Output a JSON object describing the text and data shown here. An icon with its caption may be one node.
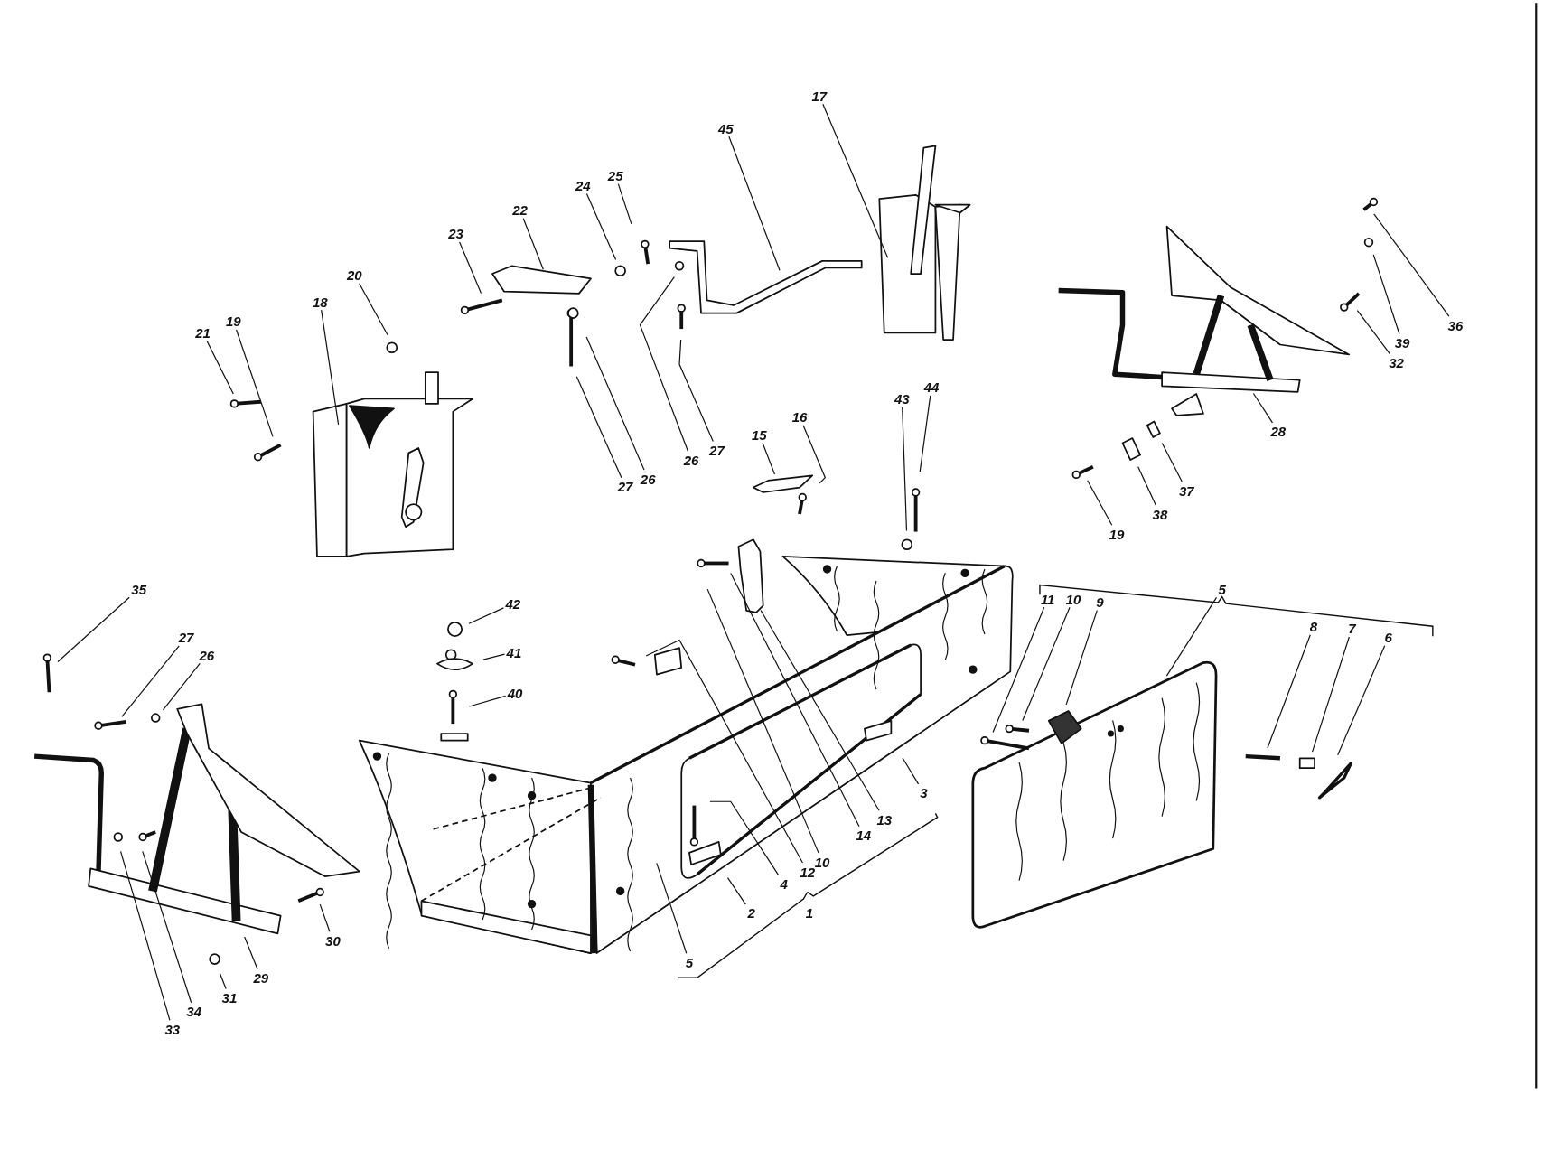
{
  "diagram": {
    "nodes": [
      {
        "text": [
          "17"
        ]
      },
      {
        "text": [
          "45"
        ]
      },
      {
        "text": [
          "24"
        ]
      },
      {
        "text": [
          "25"
        ]
      },
      {
        "text": [
          "22"
        ]
      },
      {
        "text": [
          "23"
        ]
      },
      {
        "text": [
          "20"
        ]
      },
      {
        "text": [
          "18"
        ]
      },
      {
        "text": [
          "21"
        ]
      },
      {
        "text": [
          "19"
        ]
      },
      {
        "text": [
          "27"
        ]
      },
      {
        "text": [
          "26"
        ]
      },
      {
        "text": [
          "26"
        ]
      },
      {
        "text": [
          "27"
        ]
      },
      {
        "text": [
          "15"
        ]
      },
      {
        "text": [
          "16"
        ]
      },
      {
        "text": [
          "43"
        ]
      },
      {
        "text": [
          "44"
        ]
      },
      {
        "text": [
          "36"
        ]
      },
      {
        "text": [
          "39"
        ]
      },
      {
        "text": [
          "32"
        ]
      },
      {
        "text": [
          "28"
        ]
      },
      {
        "text": [
          "37"
        ]
      },
      {
        "text": [
          "38"
        ]
      },
      {
        "text": [
          "19"
        ]
      },
      {
        "text": [
          "35"
        ]
      },
      {
        "text": [
          "27"
        ]
      },
      {
        "text": [
          "26"
        ]
      },
      {
        "text": [
          "42"
        ]
      },
      {
        "text": [
          "41"
        ]
      },
      {
        "text": [
          "40"
        ]
      },
      {
        "text": [
          "5"
        ]
      },
      {
        "text": [
          "11"
        ]
      },
      {
        "text": [
          "10"
        ]
      },
      {
        "text": [
          "9"
        ]
      },
      {
        "text": [
          "8"
        ]
      },
      {
        "text": [
          "7"
        ]
      },
      {
        "text": [
          "6"
        ]
      },
      {
        "text": [
          "3"
        ]
      },
      {
        "text": [
          "13"
        ]
      },
      {
        "text": [
          "14"
        ]
      },
      {
        "text": [
          "10"
        ]
      },
      {
        "text": [
          "12"
        ]
      },
      {
        "text": [
          "4"
        ]
      },
      {
        "text": [
          "2"
        ]
      },
      {
        "text": [
          "5"
        ]
      },
      {
        "text": [
          "30"
        ]
      },
      {
        "text": [
          "29"
        ]
      },
      {
        "text": [
          "31"
        ]
      },
      {
        "text": [
          "34"
        ]
      },
      {
        "text": [
          "33"
        ]
      }
    ],
    "edges": [
      {
        "from": 0,
        "to": null,
        "arrow": "none"
      },
      {
        "from": 1,
        "to": null,
        "arrow": "none"
      },
      {
        "from": 2,
        "to": null,
        "arrow": "none"
      },
      {
        "from": 3,
        "to": null,
        "arrow": "none"
      },
      {
        "from": 4,
        "to": null,
        "arrow": "none"
      },
      {
        "from": 5,
        "to": null,
        "arrow": "none"
      },
      {
        "from": 6,
        "to": null,
        "arrow": "none"
      },
      {
        "from": 7,
        "to": null,
        "arrow": "none"
      },
      {
        "from": 8,
        "to": null,
        "arrow": "none"
      },
      {
        "from": 9,
        "to": null,
        "arrow": "none"
      },
      {
        "from": 10,
        "to": null,
        "arrow": "none"
      },
      {
        "from": 11,
        "to": null,
        "arrow": "none"
      },
      {
        "from": 12,
        "to": null,
        "arrow": "none"
      },
      {
        "from": 13,
        "to": null,
        "arrow": "none"
      },
      {
        "from": 14,
        "to": null,
        "arrow": "none"
      },
      {
        "from": 15,
        "to": null,
        "arrow": "none"
      },
      {
        "from": 16,
        "to": null,
        "arrow": "none"
      },
      {
        "from": 17,
        "to": null,
        "arrow": "none"
      },
      {
        "from": 18,
        "to": null,
        "arrow": "none"
      },
      {
        "from": 19,
        "to": null,
        "arrow": "none"
      },
      {
        "from": 20,
        "to": null,
        "arrow": "none"
      },
      {
        "from": 21,
        "to": null,
        "arrow": "none"
      },
      {
        "from": 22,
        "to": null,
        "arrow": "none"
      },
      {
        "from": 23,
        "to": null,
        "arrow": "none"
      },
      {
        "from": 24,
        "to": null,
        "arrow": "none"
      },
      {
        "from": 25,
        "to": null,
        "arrow": "none"
      },
      {
        "from": 26,
        "to": null,
        "arrow": "none"
      },
      {
        "from": 27,
        "to": null,
        "arrow": "none"
      },
      {
        "from": 28,
        "to": null,
        "arrow": "none"
      },
      {
        "from": 29,
        "to": null,
        "arrow": "none"
      },
      {
        "from": 30,
        "to": null,
        "arrow": "none"
      },
      {
        "from": 31,
        "to": null,
        "arrow": "none"
      },
      {
        "from": 32,
        "to": null,
        "arrow": "none"
      },
      {
        "from": 33,
        "to": null,
        "arrow": "none"
      },
      {
        "from": 34,
        "to": null,
        "arrow": "none"
      },
      {
        "from": 35,
        "to": null,
        "arrow": "none"
      },
      {
        "from": 36,
        "to": null,
        "arrow": "none"
      },
      {
        "from": 37,
        "to": null,
        "arrow": "none"
      },
      {
        "from": 38,
        "to": null,
        "arrow": "none"
      },
      {
        "from": 39,
        "to": null,
        "arrow": "none"
      },
      {
        "from": 40,
        "to": null,
        "arrow": "none"
      },
      {
        "from": 41,
        "to": null,
        "arrow": "none"
      },
      {
        "from": 42,
        "to": null,
        "arrow": "none"
      },
      {
        "from": 43,
        "to": null,
        "arrow": "none"
      },
      {
        "from": 44,
        "to": null,
        "arrow": "none"
      },
      {
        "from": 45,
        "to": null,
        "arrow": "none"
      },
      {
        "from": 46,
        "to": null,
        "arrow": "none"
      },
      {
        "from": 47,
        "to": null,
        "arrow": "none"
      },
      {
        "from": 48,
        "to": null,
        "arrow": "none"
      },
      {
        "from": 49,
        "to": null,
        "arrow": "none"
      },
      {
        "from": 50,
        "to": null,
        "arrow": "none"
      }
    ],
    "labels": [
      "1"
    ]
  }
}
